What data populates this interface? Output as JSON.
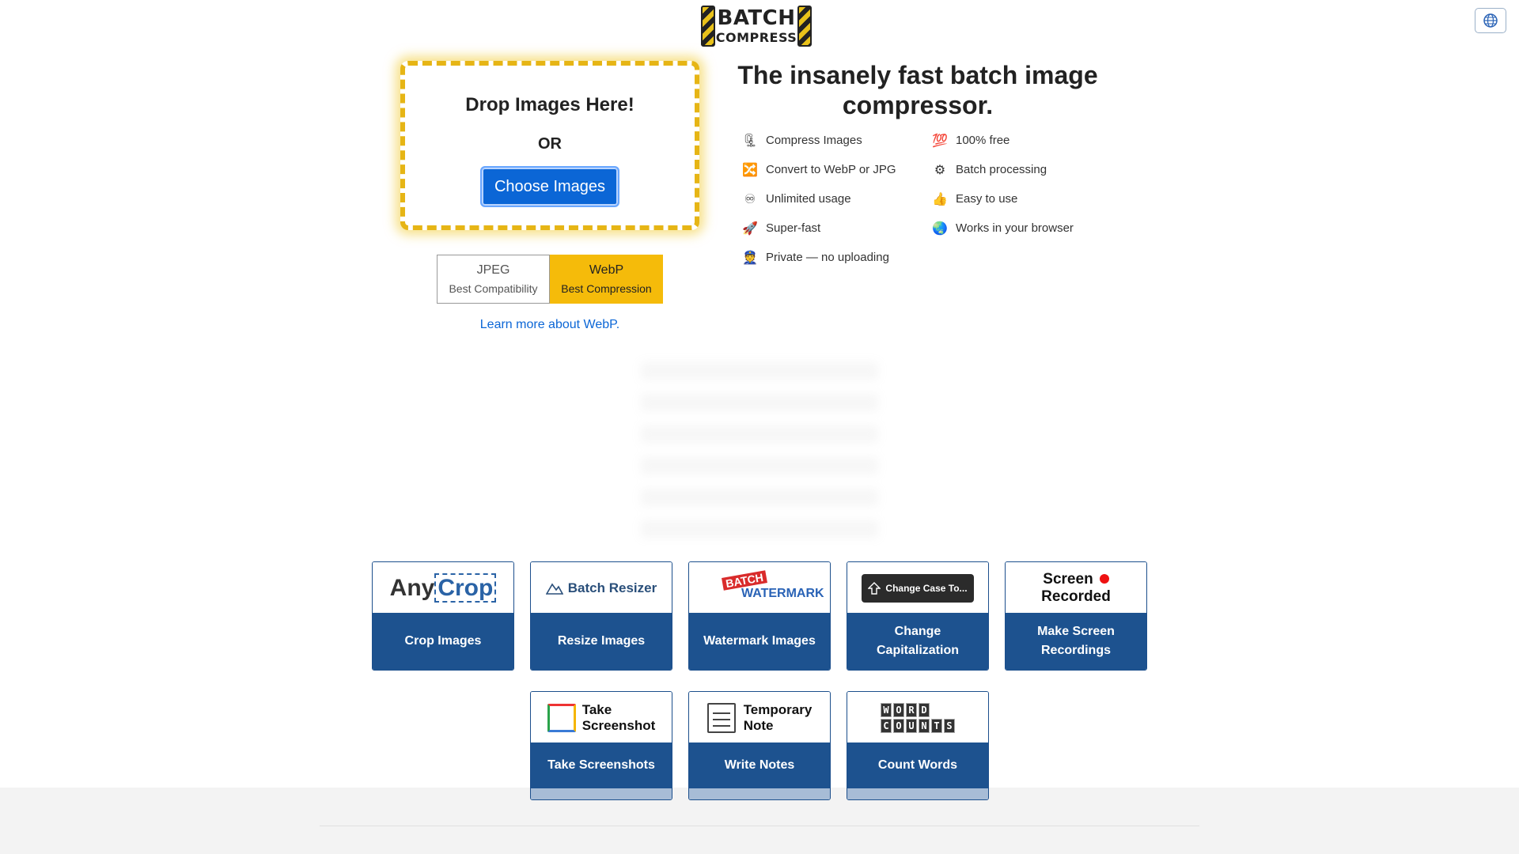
{
  "header": {
    "logo_word1": "BATCH",
    "logo_word2": "COMPRESS"
  },
  "dropzone": {
    "title": "Drop Images Here!",
    "or_text": "OR",
    "choose_label": "Choose Images"
  },
  "formats": [
    {
      "name": "JPEG",
      "desc": "Best Compatibility",
      "active": false
    },
    {
      "name": "WebP",
      "desc": "Best Compression",
      "active": true
    }
  ],
  "learn_link": "Learn more about WebP.",
  "headline": "The insanely fast batch image compressor.",
  "features": [
    {
      "icon": "clamp-icon",
      "glyph": "🗜",
      "text": "Compress Images"
    },
    {
      "icon": "hundred-icon",
      "glyph": "💯",
      "text": "100% free"
    },
    {
      "icon": "shuffle-icon",
      "glyph": "🔀",
      "text": "Convert to WebP or JPG"
    },
    {
      "icon": "gear-icon",
      "glyph": "⚙",
      "text": "Batch processing"
    },
    {
      "icon": "infinity-icon",
      "glyph": "♾",
      "text": "Unlimited usage"
    },
    {
      "icon": "thumbs-up-icon",
      "glyph": "👍",
      "text": "Easy to use"
    },
    {
      "icon": "rocket-icon",
      "glyph": "🚀",
      "text": "Super-fast"
    },
    {
      "icon": "globe-icon",
      "glyph": "🌏",
      "text": "Works in your browser"
    },
    {
      "icon": "cop-icon",
      "glyph": "👮",
      "text": "Private — no uploading"
    }
  ],
  "tools": [
    {
      "id": "crop",
      "label": "Crop Images",
      "logo_a": "Any",
      "logo_b": "Crop"
    },
    {
      "id": "resize",
      "label": "Resize Images",
      "logo": "Batch Resizer"
    },
    {
      "id": "watermark",
      "label": "Watermark Images",
      "logo_a": "BATCH",
      "logo_b": "WATERMARK"
    },
    {
      "id": "case",
      "label": "Change Capitalization",
      "logo": "Change Case To..."
    },
    {
      "id": "screen",
      "label": "Make Screen Recordings",
      "logo_a": "Screen",
      "logo_b": "Recorded"
    },
    {
      "id": "screenshot",
      "label": "Take Screenshots",
      "logo_a": "Take",
      "logo_b": "Screenshot"
    },
    {
      "id": "notes",
      "label": "Write Notes",
      "logo_a": "Temporary",
      "logo_b": "Note"
    },
    {
      "id": "words",
      "label": "Count Words",
      "logo_a": "WORD",
      "logo_b": "COUNTS"
    }
  ],
  "colors": {
    "accent": "#f5bb0a",
    "primary": "#0b66d6",
    "card_blue": "#1d528f"
  }
}
